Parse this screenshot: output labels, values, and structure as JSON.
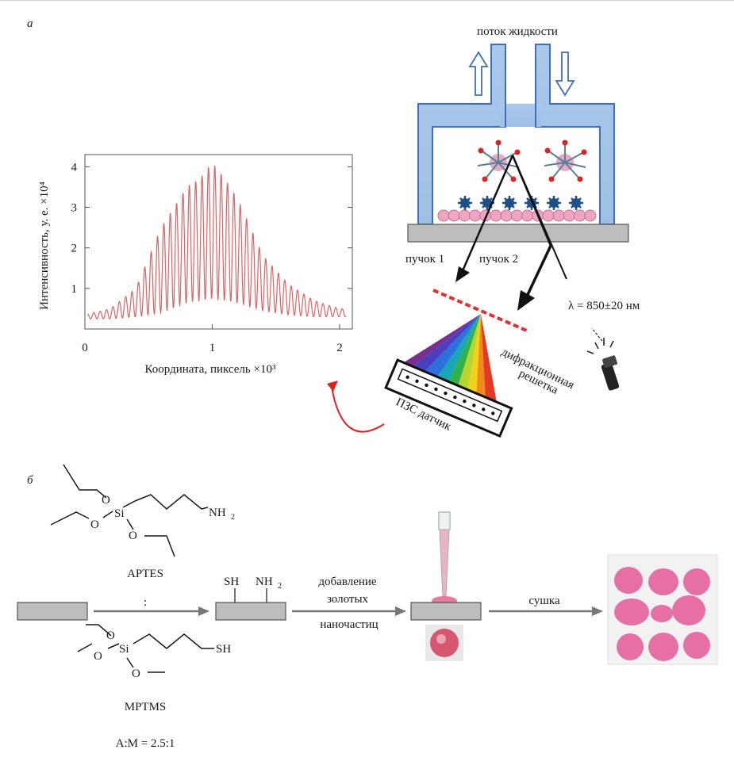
{
  "panel_labels": {
    "a": "а",
    "b": "б"
  },
  "top_diagram": {
    "fluid_flow": "поток жидкости",
    "beam1": "пучок 1",
    "beam2": "пучок 2",
    "wavelength": "λ = 850±20 нм",
    "grating_line1": "дифракционная",
    "grating_line2": "решетка",
    "ccd": "ПЗС датчик"
  },
  "chart_data": {
    "type": "line",
    "title": "",
    "xlabel": "Координата, пиксель ×10³",
    "ylabel": "Интенсивность, у. е. ×10⁴",
    "xlim": [
      0,
      2.1
    ],
    "ylim": [
      0.0,
      4.3
    ],
    "xticks": [
      "0",
      "1",
      "2"
    ],
    "yticks": [
      "1",
      "2",
      "3",
      "4"
    ],
    "grid": false,
    "series": [
      {
        "color": "#e06060",
        "fringe_period": 0.05,
        "center": 1.02,
        "envelope_x": [
          0.0,
          0.2,
          0.4,
          0.6,
          0.8,
          0.9,
          1.0,
          1.1,
          1.2,
          1.4,
          1.6,
          1.8,
          2.0
        ],
        "peaks": [
          0.35,
          0.5,
          1.0,
          2.5,
          3.5,
          3.7,
          4.1,
          3.7,
          3.2,
          1.8,
          1.1,
          0.7,
          0.5
        ],
        "troughs": [
          0.25,
          0.25,
          0.3,
          0.4,
          0.65,
          0.7,
          0.75,
          0.7,
          0.65,
          0.45,
          0.35,
          0.3,
          0.3
        ]
      }
    ]
  },
  "bottom_diagram": {
    "aptes": {
      "O1": "O",
      "O2": "O",
      "O3": "O",
      "Si": "Si",
      "NH": "NH",
      "sub2": "2",
      "name": "APTES"
    },
    "ratio_sep": ":",
    "mptms": {
      "O1": "O",
      "O2": "O",
      "O3": "O",
      "Si": "Si",
      "SH": "SH",
      "name": "MPTMS"
    },
    "ratio": "A:M = 2.5:1",
    "surface_sh": "SH",
    "surface_nh": "NH",
    "surface_sub": "2",
    "step1_line1": "добавление",
    "step1_line2": "золотых",
    "step1_line3": "наночастиц",
    "step2": "сушка"
  }
}
